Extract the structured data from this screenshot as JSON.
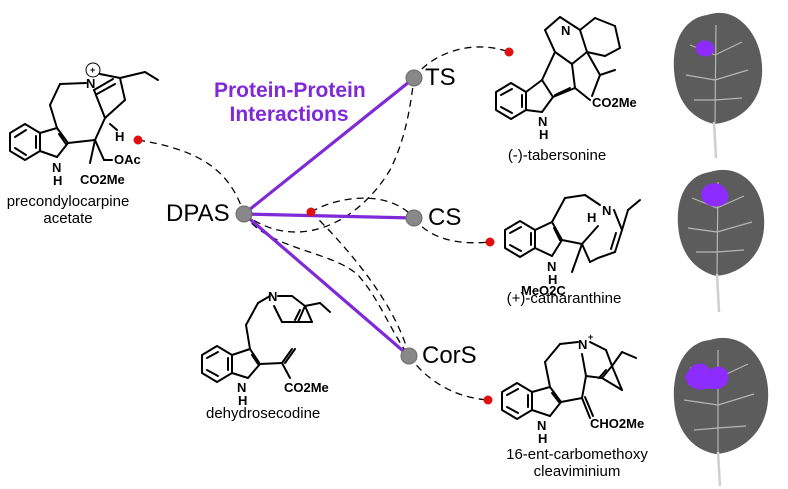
{
  "title": {
    "line1": "Protein-Protein",
    "line2": "Interactions"
  },
  "colors": {
    "accent": "#7f2ad8",
    "node": "#888888",
    "dot": "#e01010",
    "leaf": "#555555",
    "spot": "#8c2cff"
  },
  "hub": {
    "label": "DPAS"
  },
  "enzymes": [
    {
      "label": "TS"
    },
    {
      "label": "CS"
    },
    {
      "label": "CorS"
    }
  ],
  "substrates": [
    {
      "line1": "precondylocarpine",
      "line2": "acetate"
    },
    {
      "line1": "dehydrosecodine",
      "line2": ""
    }
  ],
  "products": [
    {
      "line1": "(-)-tabersonine",
      "line2": ""
    },
    {
      "line1": "(+)-catharanthine",
      "line2": ""
    },
    {
      "line1": "16-ent-carbomethoxy",
      "line2": "cleaviminium"
    }
  ],
  "structure_labels": {
    "precondylocarpine": {
      "n_plus": "N",
      "charge": "+",
      "h": "H",
      "nh": "N",
      "nh_h": "H",
      "oac": "OAc",
      "co2me": "CO2Me"
    },
    "dehydrosecodine": {
      "n": "N",
      "nh": "N",
      "nh_h": "H",
      "co2me": "CO2Me"
    },
    "tabersonine": {
      "n": "N",
      "nh": "N",
      "nh_h": "H",
      "co2me": "CO2Me"
    },
    "catharanthine": {
      "n": "N",
      "h": "H",
      "nh": "N",
      "nh_h": "H",
      "meo2c": "MeO2C"
    },
    "cleaviminium": {
      "n_plus": "N",
      "charge": "+",
      "nh": "N",
      "nh_h": "H",
      "cho2me": "CHO2Me"
    }
  }
}
